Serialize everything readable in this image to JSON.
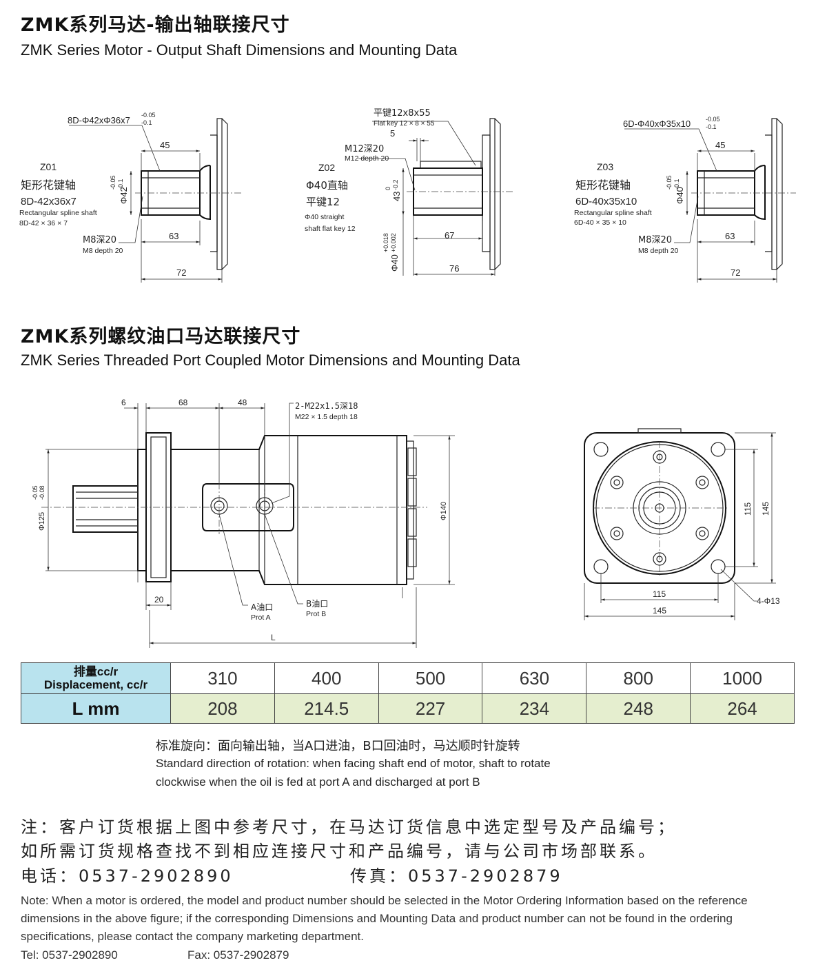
{
  "section1": {
    "title_zh": "ZMK系列马达-输出轴联接尺寸",
    "title_en": "ZMK Series Motor - Output Shaft Dimensions and Mounting Data"
  },
  "z01": {
    "code": "Z01",
    "spec_dim": "8D-Φ42xΦ36x7",
    "tol_up": "-0.05",
    "tol_low": "-0.1",
    "dim_45": "45",
    "dim_diam": "Φ42",
    "name_zh": "矩形花键轴",
    "name_code": "8D-42x36x7",
    "name_en": "Rectangular spline shaft",
    "name_en_code": "8D-42 × 36 × 7",
    "thread_zh": "M8深20",
    "thread_en": "M8 depth 20",
    "dim_63": "63",
    "dim_72": "72"
  },
  "z02": {
    "code": "Z02",
    "key_zh": "平键12x8x55",
    "key_en": "Flat key 12 × 8 × 55",
    "dim_5": "5",
    "thread_zh": "M12深20",
    "thread_en": "M12 depth 20",
    "name_zh1": "Φ40直轴",
    "name_zh2": "平键12",
    "name_en1": "Φ40 straight",
    "name_en2": "shaft flat key 12",
    "dim_43": "43",
    "tol43_up": "0",
    "tol43_low": "-0.2",
    "dim_diam": "Φ40",
    "tol40_up": "+0.018",
    "tol40_low": "+0.002",
    "dim_67": "67",
    "dim_76": "76"
  },
  "z03": {
    "code": "Z03",
    "spec_dim": "6D-Φ40xΦ35x10",
    "tol_up": "-0.05",
    "tol_low": "-0.1",
    "dim_45": "45",
    "dim_diam": "Φ40",
    "name_zh": "矩形花键轴",
    "name_code": "6D-40x35x10",
    "name_en": "Rectangular spline shaft",
    "name_en_code": "6D-40 × 35 × 10",
    "thread_zh": "M8深20",
    "thread_en": "M8 depth 20",
    "dim_63": "63",
    "dim_72": "72"
  },
  "section2": {
    "title_zh": "ZMK系列螺纹油口马达联接尺寸",
    "title_en": "ZMK Series Threaded Port Coupled Motor Dimensions and Mounting Data"
  },
  "side_view": {
    "dim_6": "6",
    "dim_68": "68",
    "dim_48": "48",
    "port_zh": "2-M22x1.5深18",
    "port_en": "M22 × 1.5 depth 18",
    "dim_125": "Φ125",
    "tol125_up": "-0.05",
    "tol125_low": "-0.08",
    "dim_140": "Φ140",
    "dim_20": "20",
    "port_a_zh": "A油口",
    "port_a_en": "Prot A",
    "port_b_zh": "B油口",
    "port_b_en": "Prot B",
    "dim_L": "L"
  },
  "front_view": {
    "dim_115_h": "115",
    "dim_145_h": "145",
    "dim_115_v": "115",
    "dim_145_v": "145",
    "holes": "4-Φ13"
  },
  "table": {
    "row1_zh": "排量cc/r",
    "row1_en": "Displacement, cc/r",
    "row2_label": "L mm",
    "displacement": [
      "310",
      "400",
      "500",
      "630",
      "800",
      "1000"
    ],
    "length": [
      "208",
      "214.5",
      "227",
      "234",
      "248",
      "264"
    ]
  },
  "rotation": {
    "zh": "标准旋向：面向输出轴，当A口进油，B口回油时，马达顺时针旋转",
    "en1": "Standard direction of rotation: when facing shaft end of motor, shaft to rotate",
    "en2": "clockwise when  the oil is fed at port A and discharged at port B"
  },
  "note": {
    "zh1": "注：客户订货根据上图中参考尺寸，在马达订货信息中选定型号及产品编号；",
    "zh2": "如所需订货规格查找不到相应连接尺寸和产品编号，请与公司市场部联系。",
    "tel_zh": "电话：0537-2902890",
    "fax_zh": "传真：0537-2902879",
    "en": "Note: When a motor is ordered, the model and product number should be selected in the Motor Ordering Information based on the reference dimensions in the above figure; if the corresponding Dimensions and Mounting Data and product number can not be found in the ordering specifications, please contact the company marketing department.",
    "tel_en": "Tel: 0537-2902890",
    "fax_en": "Fax: 0537-2902879"
  },
  "colors": {
    "header_cell": "#b9e3ee",
    "value_cell": "#e5eecf"
  }
}
